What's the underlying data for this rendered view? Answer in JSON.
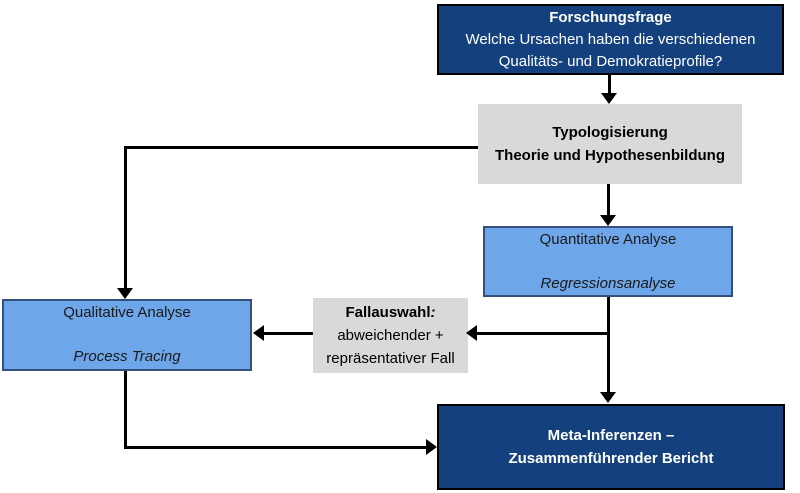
{
  "diagram": {
    "title": "Forschungsdesign-Flussdiagramm",
    "colors": {
      "dark_blue": "#14417e",
      "light_blue": "#6ea7e9",
      "light_blue_border": "#35507d",
      "gray": "#d9d9d9",
      "arrow": "#000000",
      "text_on_dark": "#ffffff",
      "text_on_light": "#1a1a1a",
      "canvas_bg": "#ffffff"
    },
    "boxes": {
      "forschungsfrage": {
        "title": "Forschungsfrage",
        "line2": "Welche Ursachen haben die verschiedenen",
        "line3": "Qualitäts- und Demokratieprofile?"
      },
      "typologisierung": {
        "line1": "Typologisierung",
        "line2": "Theorie und Hypothesenbildung"
      },
      "quantitative": {
        "title": "Quantitative Analyse",
        "method": "Regressionsanalyse"
      },
      "qualitative": {
        "title": "Qualitative Analyse",
        "method": "Process Tracing"
      },
      "fallauswahl": {
        "title": "Fallauswahl",
        "title_suffix": ":",
        "line2": "abweichender +",
        "line3": "repräsentativer Fall"
      },
      "meta": {
        "line1": "Meta-Inferenzen –",
        "line2": "Zusammenführender Bericht"
      }
    }
  }
}
